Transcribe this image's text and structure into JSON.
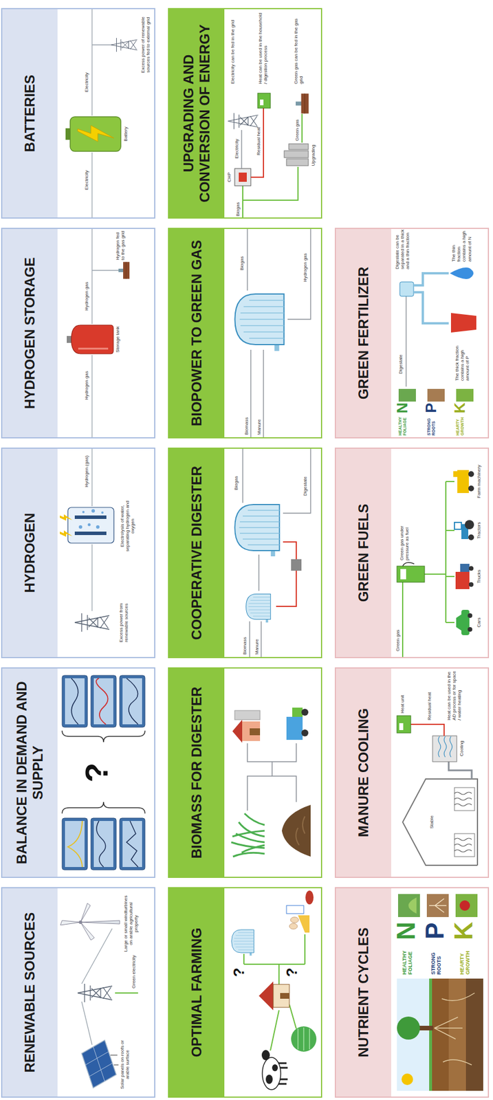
{
  "diagram": {
    "nodes": [
      {
        "text": [
          "RENEWABLE SOURCES"
        ]
      },
      {
        "text": [
          "BALANCE IN DEMAND AND SUPPLY"
        ]
      },
      {
        "text": [
          "HYDROGEN"
        ]
      },
      {
        "text": [
          "HYDROGEN STORAGE"
        ]
      },
      {
        "text": [
          "BATTERIES"
        ]
      },
      {
        "text": [
          "OPTIMAL FARMING"
        ]
      },
      {
        "text": [
          "BIOMASS FOR DIGESTER"
        ]
      },
      {
        "text": [
          "COOPERATIVE DIGESTER"
        ]
      },
      {
        "text": [
          "BIOPOWER TO GREEN GAS"
        ]
      },
      {
        "text": [
          "UPGRADING AND CONVERSION OF ENERGY"
        ]
      },
      {
        "text": [
          "NUTRIENT CYCLES"
        ]
      },
      {
        "text": [
          "MANURE COOLING"
        ]
      },
      {
        "text": [
          "GREEN FUELS"
        ]
      },
      {
        "text": [
          "GREEN FERTILIZER"
        ]
      }
    ],
    "labels": [
      "Solar panels on roofs or arable surface",
      "Large or small windturbines on arable agricultural property",
      "Green electricity",
      "?",
      "Excess power from renewable sources",
      "Electrolysis of water, separating hydrogen and oxygen",
      "Hydrogen (gas)",
      "Hydrogen gas",
      "Storage tank",
      "Hydrogen gas",
      "Hydrogen fed to the gas grid",
      "Electricity",
      "Battery",
      "Electricity",
      "Excess power of renewable sources fed to external grid",
      "?",
      "?",
      "Biomass",
      "Manure",
      "Biogas",
      "Digestate",
      "Biomass",
      "Manure",
      "Biogas",
      "Hydrogen gas",
      "Biogas",
      "CHP",
      "Electricity",
      "Residual heat",
      "Upgrading",
      "Green gas",
      "Electricity can be fed in the grid",
      "Heat can be used in the household / digestion process",
      "Green gas can be fed in the gas grid",
      "HEALTHY FOLIAGE",
      "N",
      "STRONG ROOTS",
      "P",
      "HEARTY GROWTH",
      "K",
      "Stable",
      "Cooling",
      "Heat unit",
      "Residual heat",
      "Heat can be used in the AD process or for space / water heating",
      "Green gas",
      "Green gas under pressure as fuel",
      "Cars",
      "Trucks",
      "Tractors",
      "Farm machinery",
      "HEALTHY FOLIAGE",
      "N",
      "STRONG ROOTS",
      "P",
      "HEARTY GROWTH",
      "K",
      "Digestate",
      "Digestate can be separated in a thick and a thin fraction",
      "The thick fraction contains a high amount of P",
      "The thin fraction contains a high amount of N"
    ]
  }
}
